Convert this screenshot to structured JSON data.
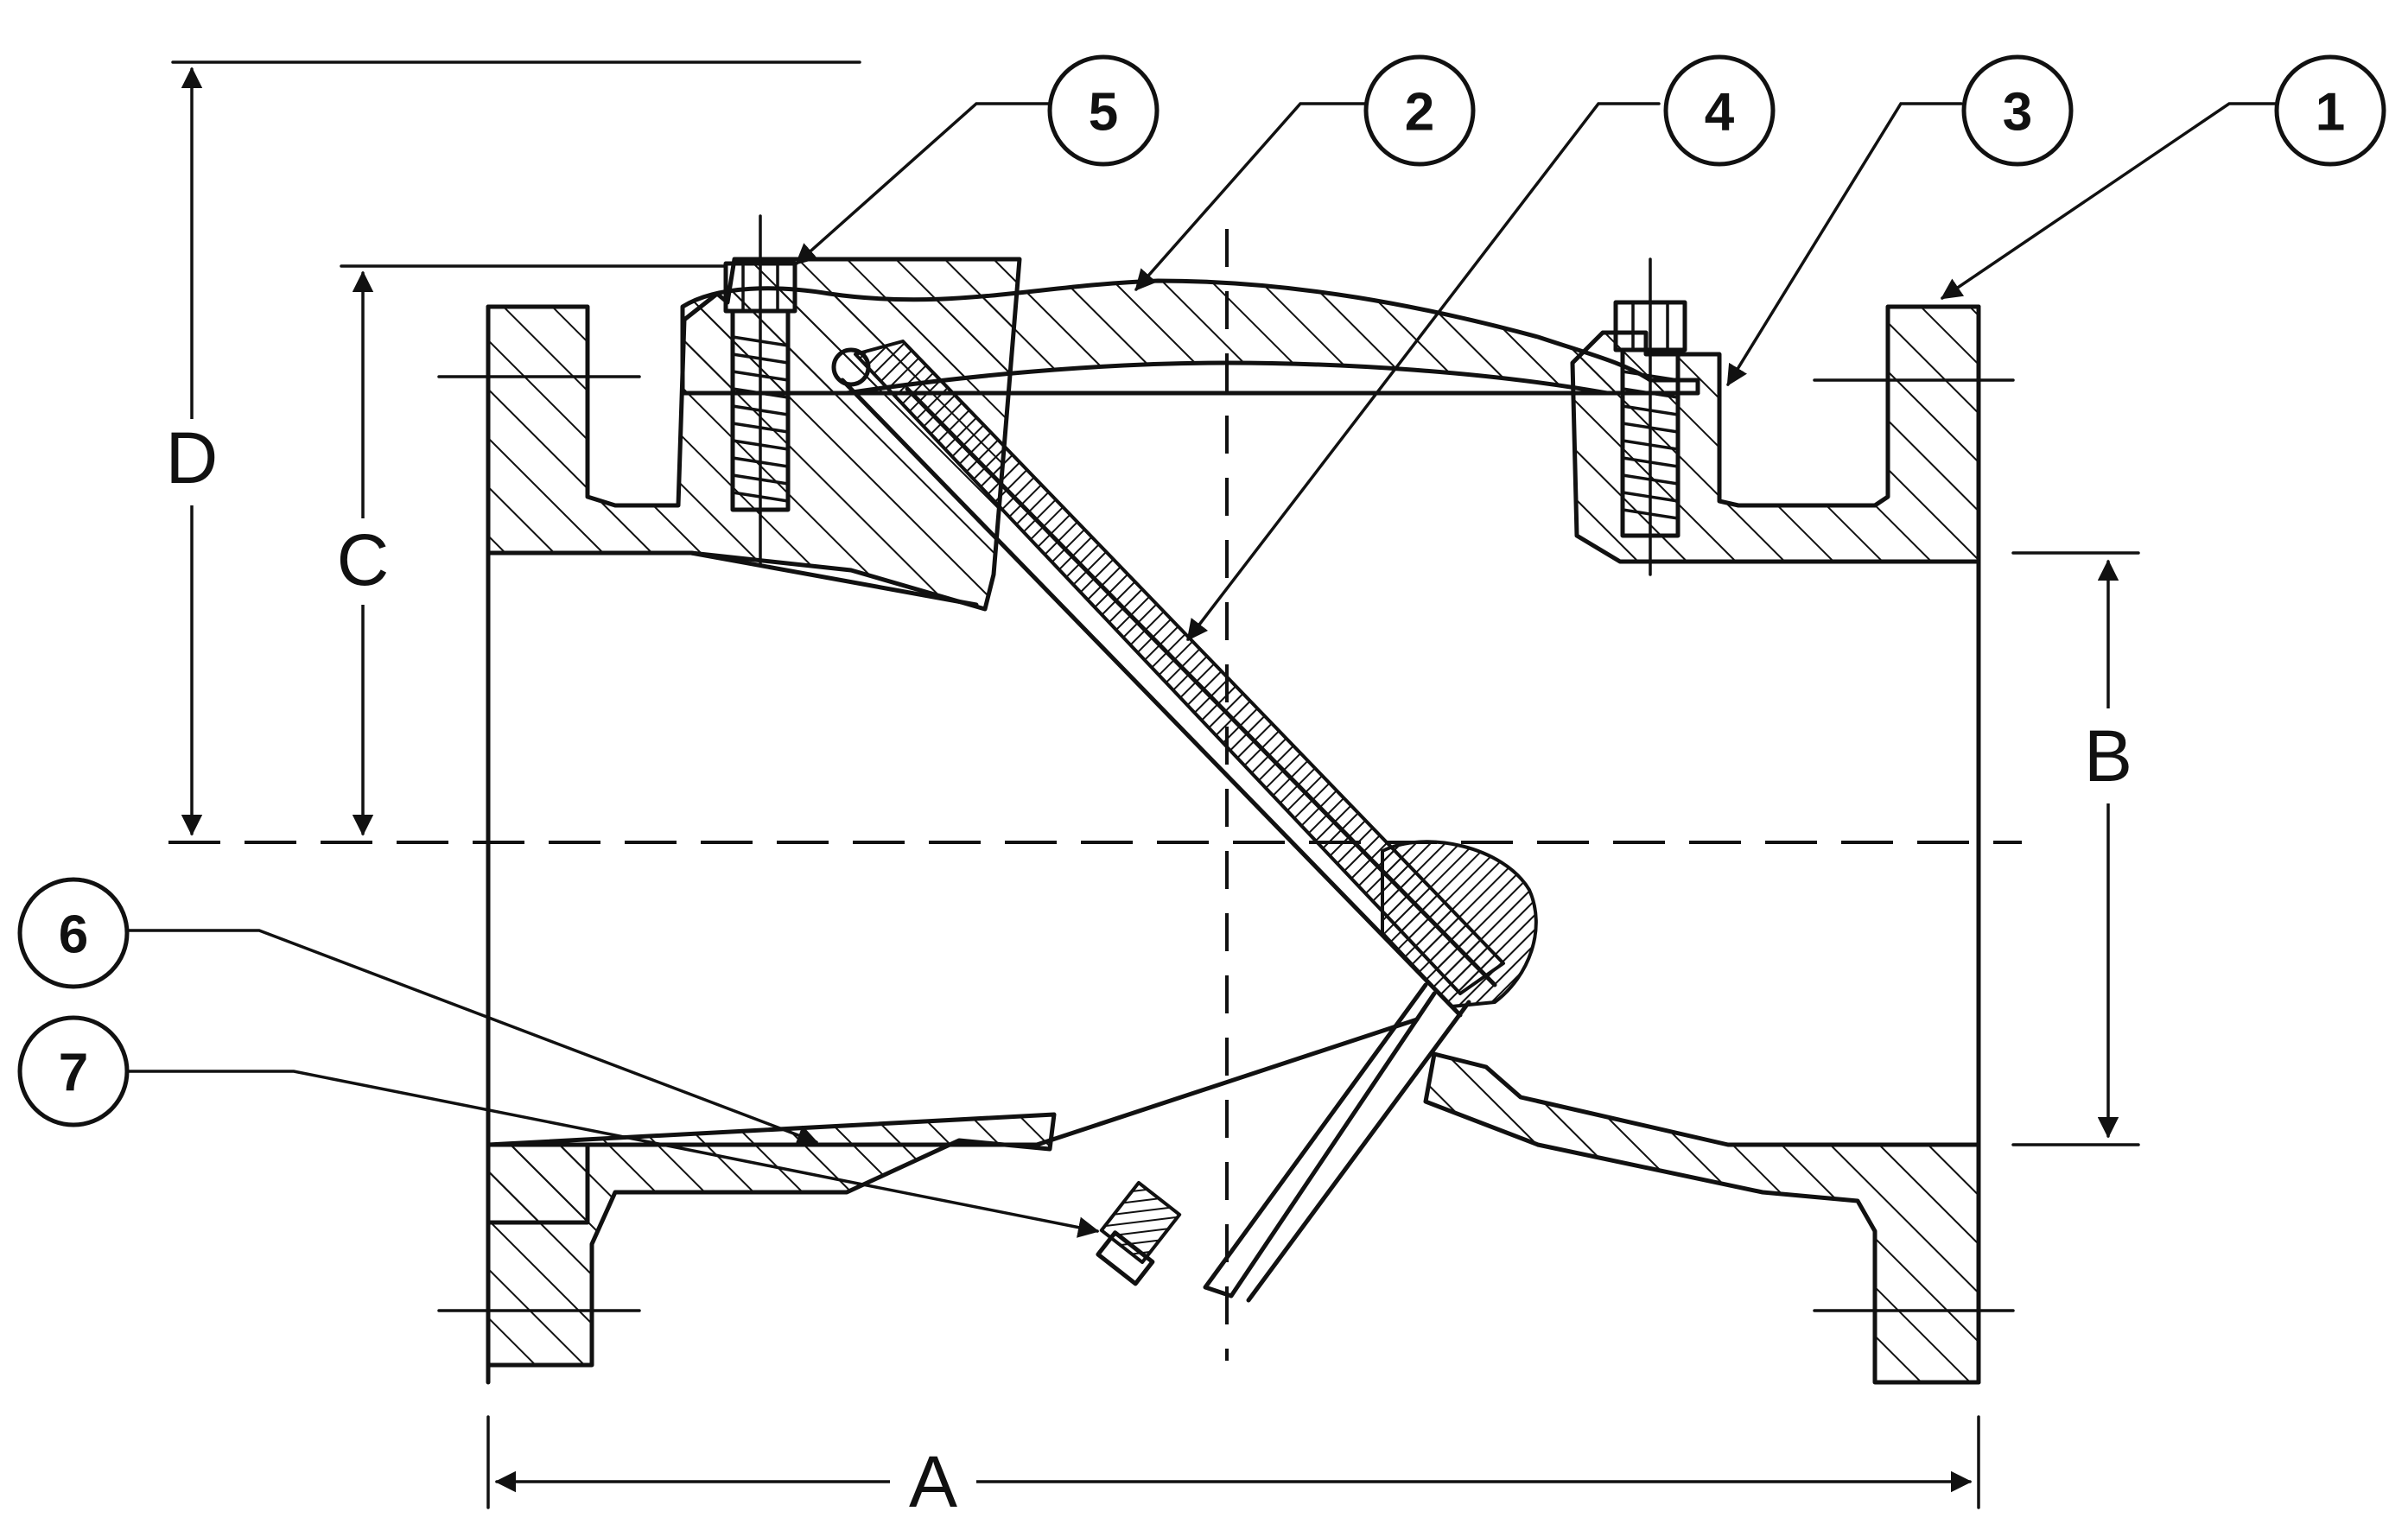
{
  "callouts": [
    {
      "id": "callout-1",
      "label": "1"
    },
    {
      "id": "callout-2",
      "label": "2"
    },
    {
      "id": "callout-3",
      "label": "3"
    },
    {
      "id": "callout-4",
      "label": "4"
    },
    {
      "id": "callout-5",
      "label": "5"
    },
    {
      "id": "callout-6",
      "label": "6"
    },
    {
      "id": "callout-7",
      "label": "7"
    }
  ],
  "dimensions": {
    "a": "A",
    "b": "B",
    "c": "C",
    "d": "D"
  },
  "colors": {
    "ink": "#111111",
    "paper": "#ffffff"
  }
}
